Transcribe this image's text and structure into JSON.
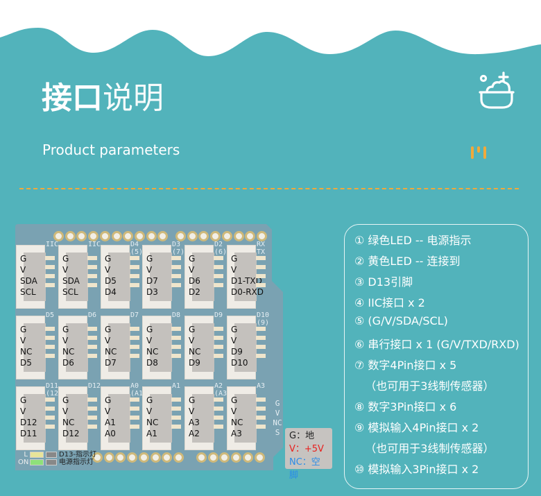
{
  "header": {
    "title_bold": "接口",
    "title_light": "说明",
    "subtitle": "Product parameters",
    "icon": "bath-bowl-icon",
    "decor_icon": "orange-bars-icon"
  },
  "colors": {
    "background": "#52b3bb",
    "board": "#7aa2b2",
    "accent": "#f1a93a"
  },
  "board": {
    "rows": [
      {
        "modules": [
          {
            "label": [
              "IIC"
            ],
            "pins": [
              "G",
              "V",
              "SDA",
              "SCL"
            ]
          },
          {
            "label": [
              "IIC"
            ],
            "pins": [
              "G",
              "V",
              "SDA",
              "SCL"
            ]
          },
          {
            "label": [
              "D4",
              "(5)"
            ],
            "pins": [
              "G",
              "V",
              "D5",
              "D4"
            ]
          },
          {
            "label": [
              "D3",
              "(7)"
            ],
            "pins": [
              "G",
              "V",
              "D7",
              "D3"
            ]
          },
          {
            "label": [
              "D2",
              "(6)"
            ],
            "pins": [
              "G",
              "V",
              "D6",
              "D2"
            ]
          },
          {
            "label": [
              "RX",
              "TX"
            ],
            "pins": [
              "G",
              "V",
              "D1-TXD",
              "D0-RXD"
            ]
          }
        ]
      },
      {
        "modules": [
          {
            "label": [
              "D5"
            ],
            "pins": [
              "G",
              "V",
              "NC",
              "D5"
            ]
          },
          {
            "label": [
              "D6"
            ],
            "pins": [
              "G",
              "V",
              "NC",
              "D6"
            ]
          },
          {
            "label": [
              "D7"
            ],
            "pins": [
              "G",
              "V",
              "NC",
              "D7"
            ]
          },
          {
            "label": [
              "D8"
            ],
            "pins": [
              "G",
              "V",
              "NC",
              "D8"
            ]
          },
          {
            "label": [
              "D9"
            ],
            "pins": [
              "G",
              "V",
              "NC",
              "D9"
            ]
          },
          {
            "label": [
              "D10",
              "(9)"
            ],
            "pins": [
              "G",
              "V",
              "D9",
              "D10"
            ]
          }
        ]
      },
      {
        "modules": [
          {
            "label": [
              "D11",
              "(12"
            ],
            "pins": [
              "G",
              "V",
              "D12",
              "D11"
            ]
          },
          {
            "label": [
              "D12"
            ],
            "pins": [
              "G",
              "V",
              "NC",
              "D12"
            ]
          },
          {
            "label": [
              "A0",
              "(A1"
            ],
            "pins": [
              "G",
              "V",
              "A1",
              "A0"
            ]
          },
          {
            "label": [
              "A1"
            ],
            "pins": [
              "G",
              "V",
              "NC",
              "A1"
            ]
          },
          {
            "label": [
              "A2",
              "(A3"
            ],
            "pins": [
              "G",
              "V",
              "A3",
              "A2"
            ]
          },
          {
            "label": [
              "A3"
            ],
            "pins": [
              "G",
              "V",
              "NC",
              "A3"
            ]
          }
        ]
      }
    ],
    "side_pins": [
      "G",
      "V",
      "NC",
      "S"
    ],
    "leds": [
      {
        "name": "L",
        "desc": "D13-指示灯",
        "color": "#e8e49a"
      },
      {
        "name": "ON",
        "desc": "电源指示灯",
        "color": "#8ee07a"
      }
    ]
  },
  "legend": {
    "g": "G：地",
    "v": "V：+5V",
    "nc": "NC：空脚",
    "v_color": "#e8201e",
    "nc_color": "#2a8ce8"
  },
  "features": [
    "① 绿色LED -- 电源指示",
    "② 黄色LED -- 连接到",
    "③ D13引脚",
    "④ IIC接口 x 2",
    "⑤ (G/V/SDA/SCL)",
    "⑥ 串行接口 x 1 (G/V/TXD/RXD)",
    "⑦ 数字4Pin接口 x 5",
    "   （也可用于3线制传感器）",
    "⑧ 数字3Pin接口 x 6",
    "⑨ 模拟输入4Pin接口 x 2",
    "   （也可用于3线制传感器）",
    "⑩ 模拟输入3Pin接口 x 2"
  ]
}
